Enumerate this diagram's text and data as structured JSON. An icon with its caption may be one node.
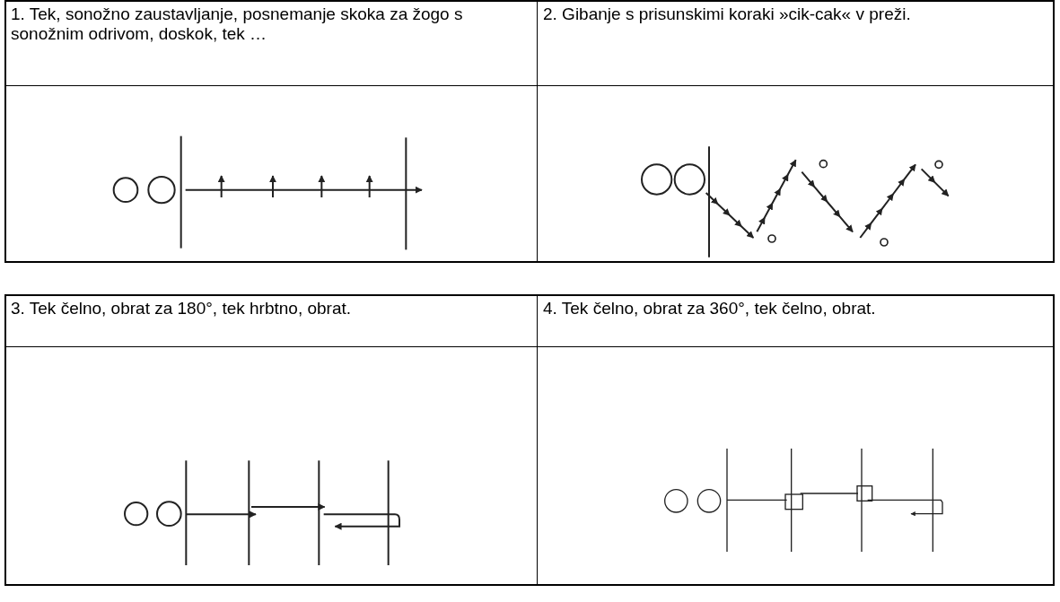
{
  "diagram": {
    "labels": [
      "1. Tek, sonožno zaustavljanje, posnemanje skoka za žogo s sonožnim odrivom, doskok, tek …",
      "2. Gibanje s prisunskimi koraki »cik-cak« v preži.",
      "3. Tek čelno, obrat za 180°, tek hrbtno, obrat.",
      "4. Tek čelno, obrat za 360°, tek čelno, obrat."
    ]
  }
}
